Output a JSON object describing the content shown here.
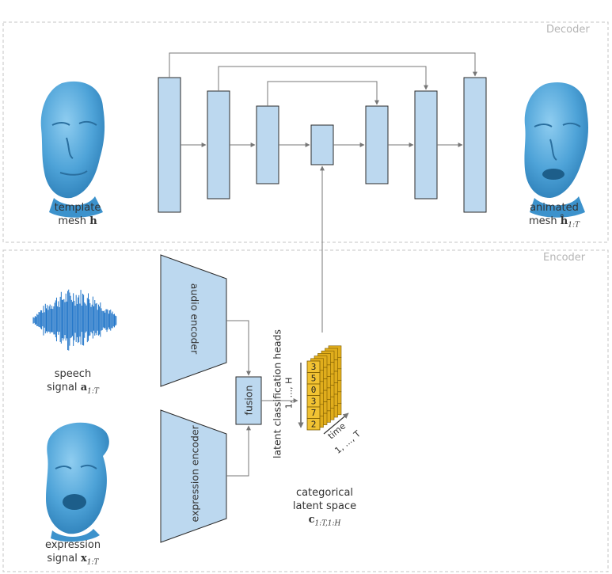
{
  "sections": {
    "decoder": "Decoder",
    "encoder": "Encoder"
  },
  "captions": {
    "template": {
      "line1": "template",
      "line2": "mesh",
      "sym": "h"
    },
    "animated": {
      "line1": "animated",
      "line2": "mesh",
      "sym": "ĥ",
      "sub": "1:T"
    },
    "speech": {
      "line1": "speech",
      "line2": "signal",
      "sym": "a",
      "sub": "1:T"
    },
    "expression": {
      "line1": "expression",
      "line2": "signal",
      "sym": "x",
      "sub": "1:T"
    },
    "latent": {
      "line1": "categorical",
      "line2": "latent space",
      "sym": "c",
      "sub": "1:T,1:H"
    }
  },
  "blocks": {
    "audio_encoder": "audio encoder",
    "expression_encoder": "expression encoder",
    "fusion": "fusion"
  },
  "latent_grid": {
    "digits": [
      "3",
      "5",
      "0",
      "3",
      "7",
      "2"
    ],
    "heads_label": "latent classification heads",
    "heads_range": "1, ..., H",
    "time_label": "time",
    "time_range": "1, ..., T"
  },
  "colors": {
    "block_fill": "#bcd8ef",
    "block_stroke": "#2b2b2b",
    "grid_fill": "#f1c232",
    "grid_stroke": "#7a5a00",
    "mesh": "#4ea3d8",
    "waveform": "#1f74c8",
    "arrow": "#777777",
    "dashed": "#c4c4c4"
  },
  "icons": [
    "head-mesh-icon",
    "waveform-icon"
  ]
}
